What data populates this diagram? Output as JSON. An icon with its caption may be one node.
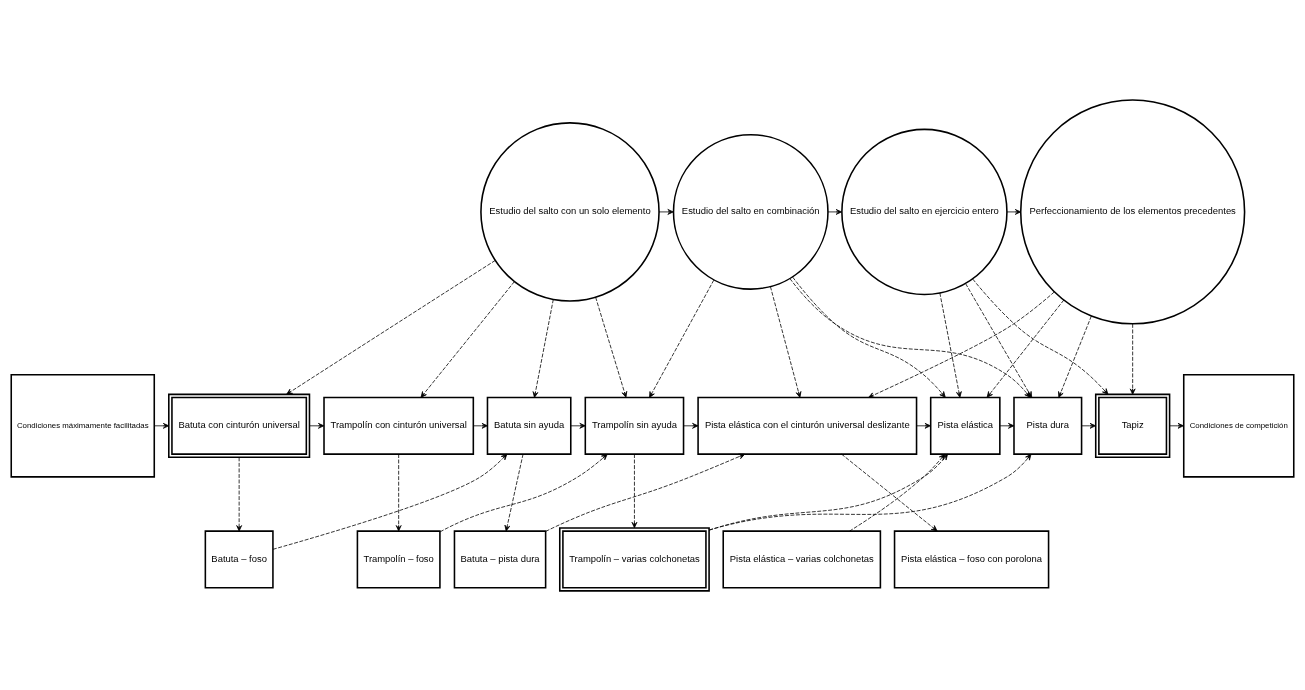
{
  "diagram": {
    "nodes": [
      {
        "text": [
          "Condiciones máximamente facilitadas"
        ]
      },
      {
        "text": [
          "Estudio del salto con un solo elemento"
        ]
      },
      {
        "text": [
          "Estudio del salto en combinación"
        ]
      },
      {
        "text": [
          "Estudio del salto en ejercicio entero"
        ]
      },
      {
        "text": [
          "Perfeccionamiento de los elementos precedentes"
        ]
      },
      {
        "text": [
          "Batuta con cinturón universal"
        ]
      },
      {
        "text": [
          "Trampolín con cinturón universal"
        ]
      },
      {
        "text": [
          "Batuta sin ayuda"
        ]
      },
      {
        "text": [
          "Trampolín sin ayuda"
        ]
      },
      {
        "text": [
          "Pista elástica con el cinturón universal deslizante"
        ]
      },
      {
        "text": [
          "Pista elástica"
        ]
      },
      {
        "text": [
          "Pista dura"
        ]
      },
      {
        "text": [
          "Tapiz"
        ]
      },
      {
        "text": [
          "Condiciones de competición"
        ]
      },
      {
        "text": [
          "Batuta – foso"
        ]
      },
      {
        "text": [
          "Trampolín – foso"
        ]
      },
      {
        "text": [
          "Batuta – pista dura"
        ]
      },
      {
        "text": [
          "Trampolín – varias colchonetas"
        ]
      },
      {
        "text": [
          "Pista elástica – foso con porolona"
        ]
      },
      {
        "text": [
          "Pista elástica – varias colchonetas"
        ]
      }
    ],
    "edges": [
      {
        "from": 1,
        "to": 2,
        "arrow": "to"
      },
      {
        "from": 2,
        "to": 3,
        "arrow": "to"
      },
      {
        "from": 3,
        "to": 4,
        "arrow": "to"
      },
      {
        "from": 1,
        "to": 5,
        "arrow": "to",
        "style": "dashed"
      },
      {
        "from": 1,
        "to": 6,
        "arrow": "to",
        "style": "dashed"
      },
      {
        "from": 1,
        "to": 7,
        "arrow": "to",
        "style": "dashed"
      },
      {
        "from": 1,
        "to": 8,
        "arrow": "to",
        "style": "dashed"
      },
      {
        "from": 2,
        "to": 8,
        "arrow": "to",
        "style": "dashed"
      },
      {
        "from": 2,
        "to": 9,
        "arrow": "to",
        "style": "dashed"
      },
      {
        "from": 2,
        "to": 10,
        "arrow": "to",
        "style": "dashed"
      },
      {
        "from": 2,
        "to": 11,
        "arrow": "to",
        "style": "dashed"
      },
      {
        "from": 3,
        "to": 10,
        "arrow": "to",
        "style": "dashed"
      },
      {
        "from": 3,
        "to": 11,
        "arrow": "to",
        "style": "dashed"
      },
      {
        "from": 3,
        "to": 12,
        "arrow": "to",
        "style": "dashed"
      },
      {
        "from": 4,
        "to": 9,
        "arrow": "to",
        "style": "dashed"
      },
      {
        "from": 4,
        "to": 10,
        "arrow": "to",
        "style": "dashed"
      },
      {
        "from": 4,
        "to": 11,
        "arrow": "to",
        "style": "dashed"
      },
      {
        "from": 4,
        "to": 12,
        "arrow": "to",
        "style": "dashed"
      },
      {
        "from": 0,
        "to": 5,
        "arrow": "to"
      },
      {
        "from": 5,
        "to": 6,
        "arrow": "to"
      },
      {
        "from": 6,
        "to": 7,
        "arrow": "to"
      },
      {
        "from": 7,
        "to": 8,
        "arrow": "to"
      },
      {
        "from": 8,
        "to": 9,
        "arrow": "to"
      },
      {
        "from": 9,
        "to": 10,
        "arrow": "to"
      },
      {
        "from": 10,
        "to": 11,
        "arrow": "to"
      },
      {
        "from": 11,
        "to": 12,
        "arrow": "to"
      },
      {
        "from": 12,
        "to": 13,
        "arrow": "to"
      },
      {
        "from": 5,
        "to": 14,
        "arrow": "to",
        "style": "dashed"
      },
      {
        "from": 14,
        "to": 7,
        "arrow": "to",
        "style": "dashed"
      },
      {
        "from": 6,
        "to": 15,
        "arrow": "to",
        "style": "dashed"
      },
      {
        "from": 15,
        "to": 8,
        "arrow": "to",
        "style": "dashed"
      },
      {
        "from": 7,
        "to": 16,
        "arrow": "to",
        "style": "dashed"
      },
      {
        "from": 16,
        "to": 9,
        "arrow": "to",
        "style": "dashed"
      },
      {
        "from": 8,
        "to": 17,
        "arrow": "to",
        "style": "dashed"
      },
      {
        "from": 17,
        "to": 10,
        "arrow": "to",
        "style": "dashed"
      },
      {
        "from": 17,
        "to": 11,
        "arrow": "to",
        "style": "dashed"
      },
      {
        "from": 9,
        "to": 18,
        "arrow": "to",
        "style": "dashed"
      },
      {
        "from": 19,
        "to": 10,
        "arrow": "to",
        "style": "dashed"
      }
    ]
  }
}
